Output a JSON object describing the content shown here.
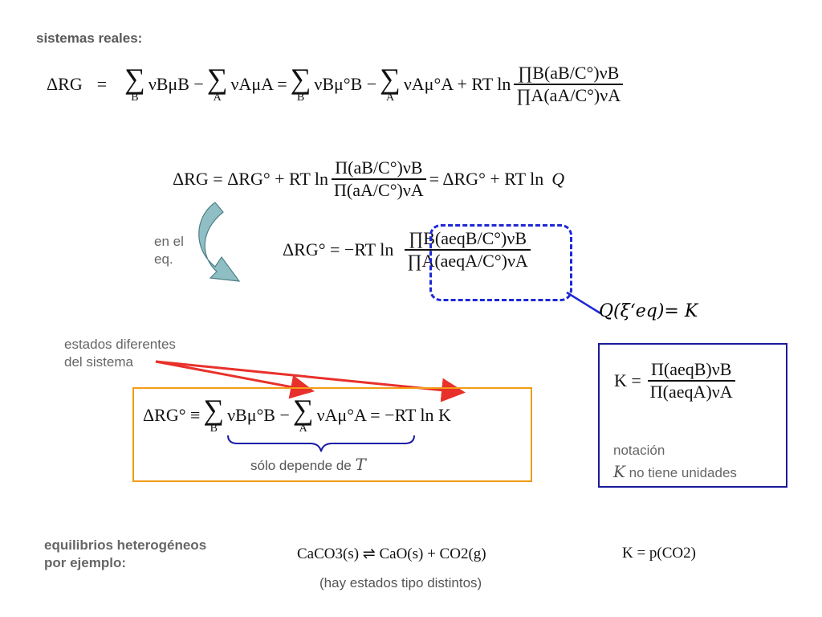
{
  "title": "sistemas reales:",
  "eq1": {
    "lhs": "ΔRG",
    "eq_sign": "=",
    "sum_B": "B",
    "sum_A": "A",
    "term1": "νBμB − ",
    "term2": "νAμA = ",
    "term3": "νBμ°B − ",
    "term4": "νAμ°A + RT ln",
    "num": "∏B(aB/C°)νB",
    "den": "∏A(aA/C°)νA"
  },
  "eq2": {
    "lhs": "ΔRG = ΔRG° + RT ln",
    "num": "Π(aB/C°)νB",
    "den": "Π(aA/C°)νA",
    "rhs": "= ΔRG° + RT ln",
    "Q": "Q"
  },
  "eq_label": {
    "line1": "en el",
    "line2": "eq."
  },
  "eq3": {
    "lhs": "ΔRG° = −RT ln",
    "num": "∏B(aeqB/C°)νB",
    "den": "∏A(aeqA/C°)νA"
  },
  "q_label": {
    "text": "Q(ξ‘eq)= K"
  },
  "states_label": {
    "line1": "estados diferentes",
    "line2": "del sistema"
  },
  "eq4": {
    "lhs": "ΔRG° ≡",
    "sum_B": "B",
    "sum_A": "A",
    "term1": "νBμ°B −",
    "term2": "νAμ°A = −RT ln K",
    "brace_note": "sólo depende de ",
    "brace_var": "T"
  },
  "k_box": {
    "lhs": "K =",
    "num": "Π(aeqB)νB",
    "den": "Π(aeqA)νA",
    "note1": "notación",
    "note2_var": "K",
    "note2": " no tiene unidades"
  },
  "hetero": {
    "line1": "equilibrios heterogéneos",
    "line2": "por ejemplo:",
    "reaction": "CaCO3(s) ⇌ CaO(s) + CO2(g)",
    "k_expr": "K = p(CO2)",
    "note": "(hay estados tipo distintos)"
  },
  "colors": {
    "orange_box": "#f29c16",
    "blue_box": "#1a1a9a",
    "dashed_blue": "#1e28d6",
    "red_arrow": "#e8312a",
    "teal_arrow": "#8fbfc4",
    "label_gray": "#666666"
  }
}
